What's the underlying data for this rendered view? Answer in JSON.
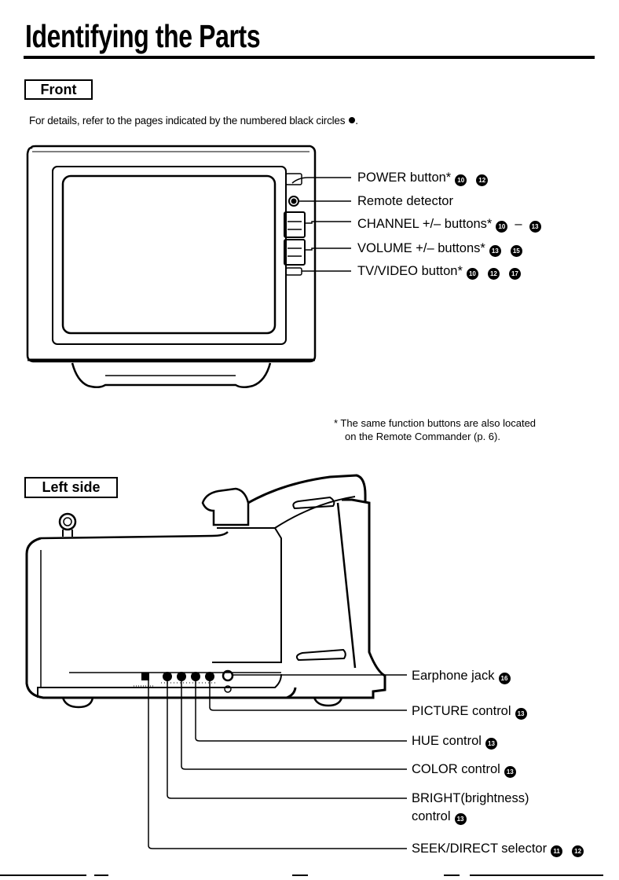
{
  "page": {
    "title": "Identifying the Parts",
    "front_heading": "Front",
    "intro_text": "For details, refer to the pages indicated by the numbered black circles",
    "intro_end": ".",
    "footnote_line1": "* The same function buttons are also located",
    "footnote_line2": "on the Remote Commander (p. 6).",
    "left_heading": "Left side"
  },
  "front_labels": [
    {
      "text": "POWER  button*",
      "refs": [
        "10",
        "12"
      ],
      "sep": ""
    },
    {
      "text": "Remote detector",
      "refs": [],
      "sep": ""
    },
    {
      "text": "CHANNEL +/– buttons*",
      "refs": [
        "10",
        "13"
      ],
      "sep": "–"
    },
    {
      "text": "VOLUME +/– buttons*",
      "refs": [
        "13",
        "15"
      ],
      "sep": ""
    },
    {
      "text": "TV/VIDEO button*",
      "refs": [
        "10",
        "12",
        "17"
      ],
      "sep": ""
    }
  ],
  "side_labels": [
    {
      "text": "Earphone jack",
      "refs": [
        "16"
      ]
    },
    {
      "text": "PICTURE control",
      "refs": [
        "13"
      ]
    },
    {
      "text": "HUE control",
      "refs": [
        "13"
      ]
    },
    {
      "text": "COLOR control",
      "refs": [
        "13"
      ]
    },
    {
      "text": "BRIGHT(brightness)",
      "refs": []
    },
    {
      "text": "control",
      "refs": [
        "13"
      ]
    },
    {
      "text": "SEEK/DIRECT selector",
      "refs": [
        "11",
        "12"
      ]
    }
  ]
}
